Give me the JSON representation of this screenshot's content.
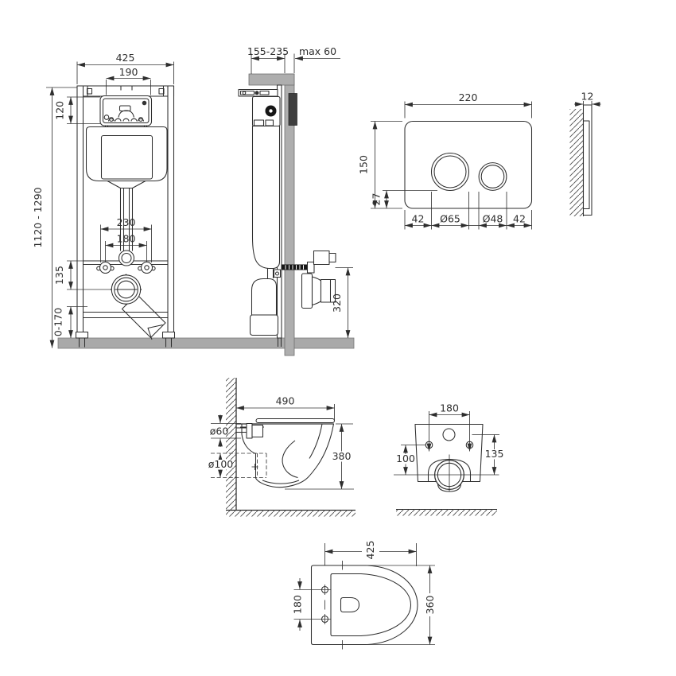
{
  "colors": {
    "ink": "#2e2e2e",
    "dim": "#353535",
    "floor": "#a9a9a9",
    "wall": "#aeaeae",
    "dark": "#3f3f3f",
    "bg": "#ffffff"
  },
  "views": {
    "frame_front": {
      "dims": {
        "width": "425",
        "top_window_width": "190",
        "window_height": "120",
        "height_range": "1120 - 1290",
        "fixing_span": "230",
        "bolt_spacing": "180",
        "rail_to_drain": "135",
        "foot_adjust": "0-170"
      }
    },
    "frame_side": {
      "dims": {
        "depth_range": "155-235",
        "wall_max": "max 60",
        "outlet_height": "320"
      }
    },
    "flush_plate_front": {
      "dims": {
        "width": "220",
        "height": "150",
        "button_bottom_offset": "27",
        "left_margin": "42",
        "big_button_dia": "Ø65",
        "small_button_dia": "Ø48",
        "right_margin": "42"
      }
    },
    "flush_plate_side": {
      "dims": {
        "thickness": "12"
      }
    },
    "bowl_side": {
      "dims": {
        "length": "490",
        "inlet_dia": "ø60",
        "outlet_dia": "ø100",
        "height": "380"
      }
    },
    "bowl_rear": {
      "dims": {
        "bolt_spacing": "180",
        "outlet_center_height": "100",
        "inlet_center_height": "135"
      }
    },
    "bowl_top": {
      "dims": {
        "length": "425",
        "bolt_spacing": "180",
        "width": "360"
      }
    }
  }
}
